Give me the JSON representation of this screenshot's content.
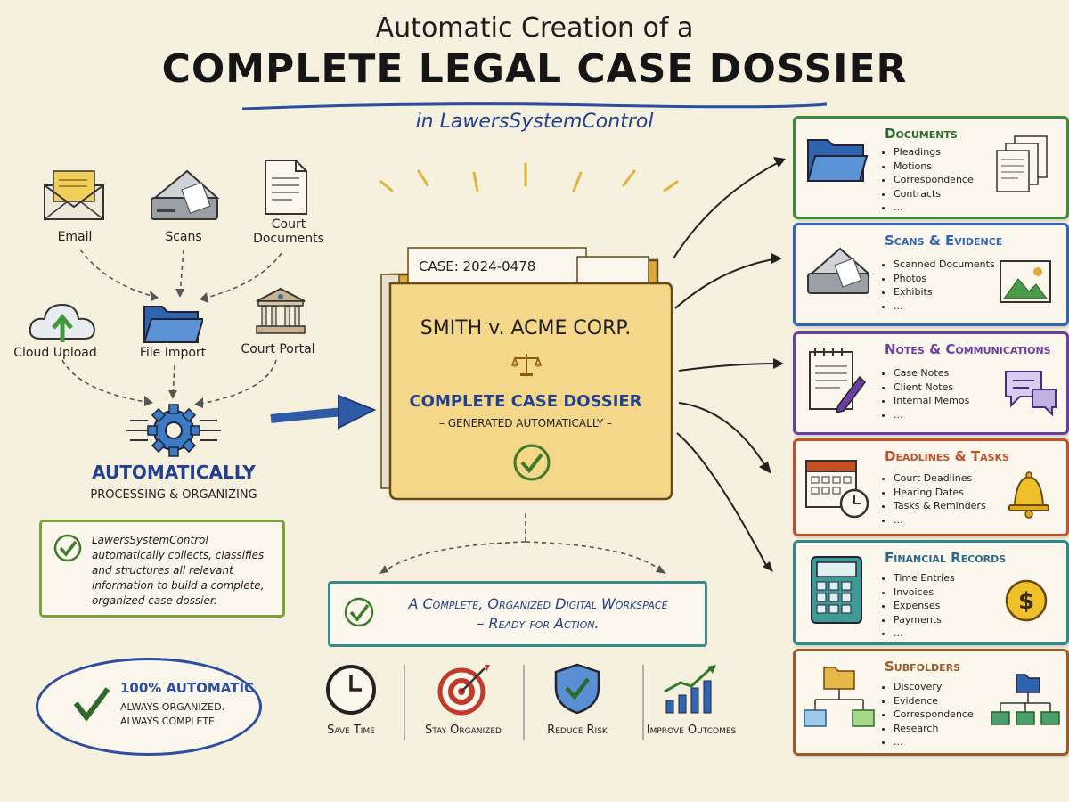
{
  "title": {
    "line1": "Automatic Creation of a",
    "line2": "COMPLETE LEGAL CASE DOSSIER",
    "subtitle": "in LawersSystemControl"
  },
  "sources": {
    "email": "Email",
    "scans": "Scans",
    "court_documents_1": "Court",
    "court_documents_2": "Documents",
    "cloud_upload": "Cloud Upload",
    "file_import": "File Import",
    "court_portal": "Court Portal"
  },
  "processing": {
    "title": "AUTOMATICALLY",
    "subtitle": "PROCESSING & ORGANIZING"
  },
  "note": {
    "text": "LawersSystemControl automatically collects, classifies and structures all relevant information to build a complete, organized case dossier."
  },
  "folder": {
    "case_number": "CASE: 2024-0478",
    "case_name": "SMITH v. ACME CORP.",
    "dossier_title": "COMPLETE CASE DOSSIER",
    "dossier_sub": "– GENERATED AUTOMATICALLY –"
  },
  "workspace": {
    "line1": "A Complete, Organized Digital Workspace",
    "line2": "– Ready for Action."
  },
  "automatic": {
    "line1": "100% AUTOMATIC",
    "line2": "ALWAYS ORGANIZED.",
    "line3": "ALWAYS COMPLETE."
  },
  "benefits": [
    "Save Time",
    "Stay Organized",
    "Reduce Risk",
    "Improve Outcomes"
  ],
  "panels": [
    {
      "title": "Documents",
      "items": [
        "Pleadings",
        "Motions",
        "Correspondence",
        "Contracts",
        "..."
      ],
      "color": "#3f8a3a"
    },
    {
      "title": "Scans & Evidence",
      "items": [
        "Scanned Documents",
        "Photos",
        "Exhibits",
        "..."
      ],
      "color": "#2f66b5"
    },
    {
      "title": "Notes & Communications",
      "items": [
        "Case Notes",
        "Client Notes",
        "Internal Memos",
        "..."
      ],
      "color": "#6a3fa5"
    },
    {
      "title": "Deadlines & Tasks",
      "items": [
        "Court Deadlines",
        "Hearing Dates",
        "Tasks & Reminders",
        "..."
      ],
      "color": "#c4502a"
    },
    {
      "title": "Financial Records",
      "items": [
        "Time Entries",
        "Invoices",
        "Expenses",
        "Payments",
        "..."
      ],
      "color": "#2d8a8a"
    },
    {
      "title": "Subfolders",
      "items": [
        "Discovery",
        "Evidence",
        "Correspondence",
        "Research",
        "..."
      ],
      "color": "#9a5a2a"
    }
  ]
}
